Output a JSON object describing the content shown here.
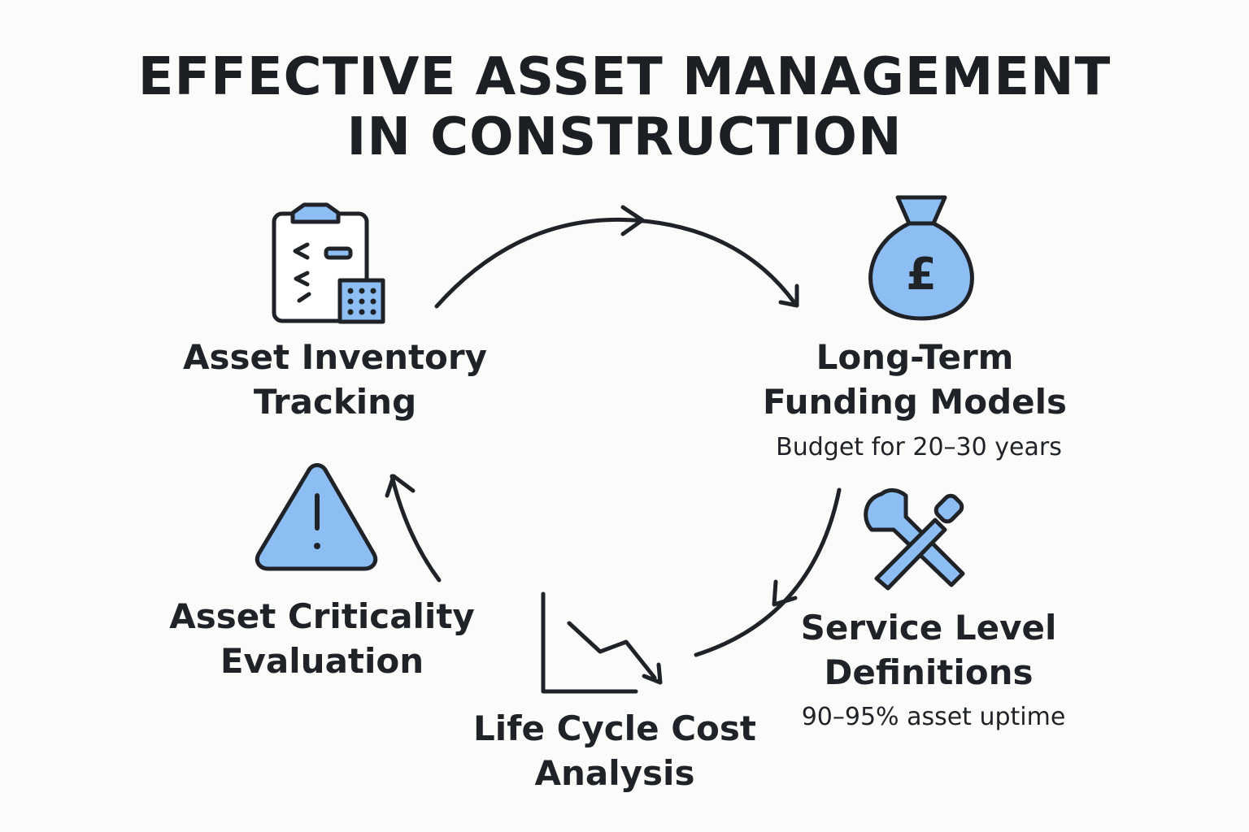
{
  "title": {
    "line1": "EFFECTIVE ASSET MANAGEMENT",
    "line2": "IN CONSTRUCTION"
  },
  "colors": {
    "accent_fill": "#8cbdf3",
    "stroke": "#1f2328",
    "background": "#fbfbfa"
  },
  "steps": [
    {
      "icon": "clipboard-checklist-icon",
      "label_line1": "Asset Inventory",
      "label_line2": "Tracking"
    },
    {
      "icon": "money-bag-pound-icon",
      "label_line1": "Long-Term",
      "label_line2": "Funding Models",
      "detail": "Budget for 20–30 years"
    },
    {
      "icon": "wrench-screwdriver-icon",
      "label_line1": "Service Level",
      "label_line2": "Definitions",
      "detail": "90–95% asset uptime"
    },
    {
      "icon": "declining-line-chart-icon",
      "label_line1": "Life Cycle Cost",
      "label_line2": "Analysis"
    },
    {
      "icon": "warning-triangle-icon",
      "label_line1": "Asset Criticality",
      "label_line2": "Evaluation"
    }
  ],
  "icon_glyphs": {
    "pound": "£"
  }
}
